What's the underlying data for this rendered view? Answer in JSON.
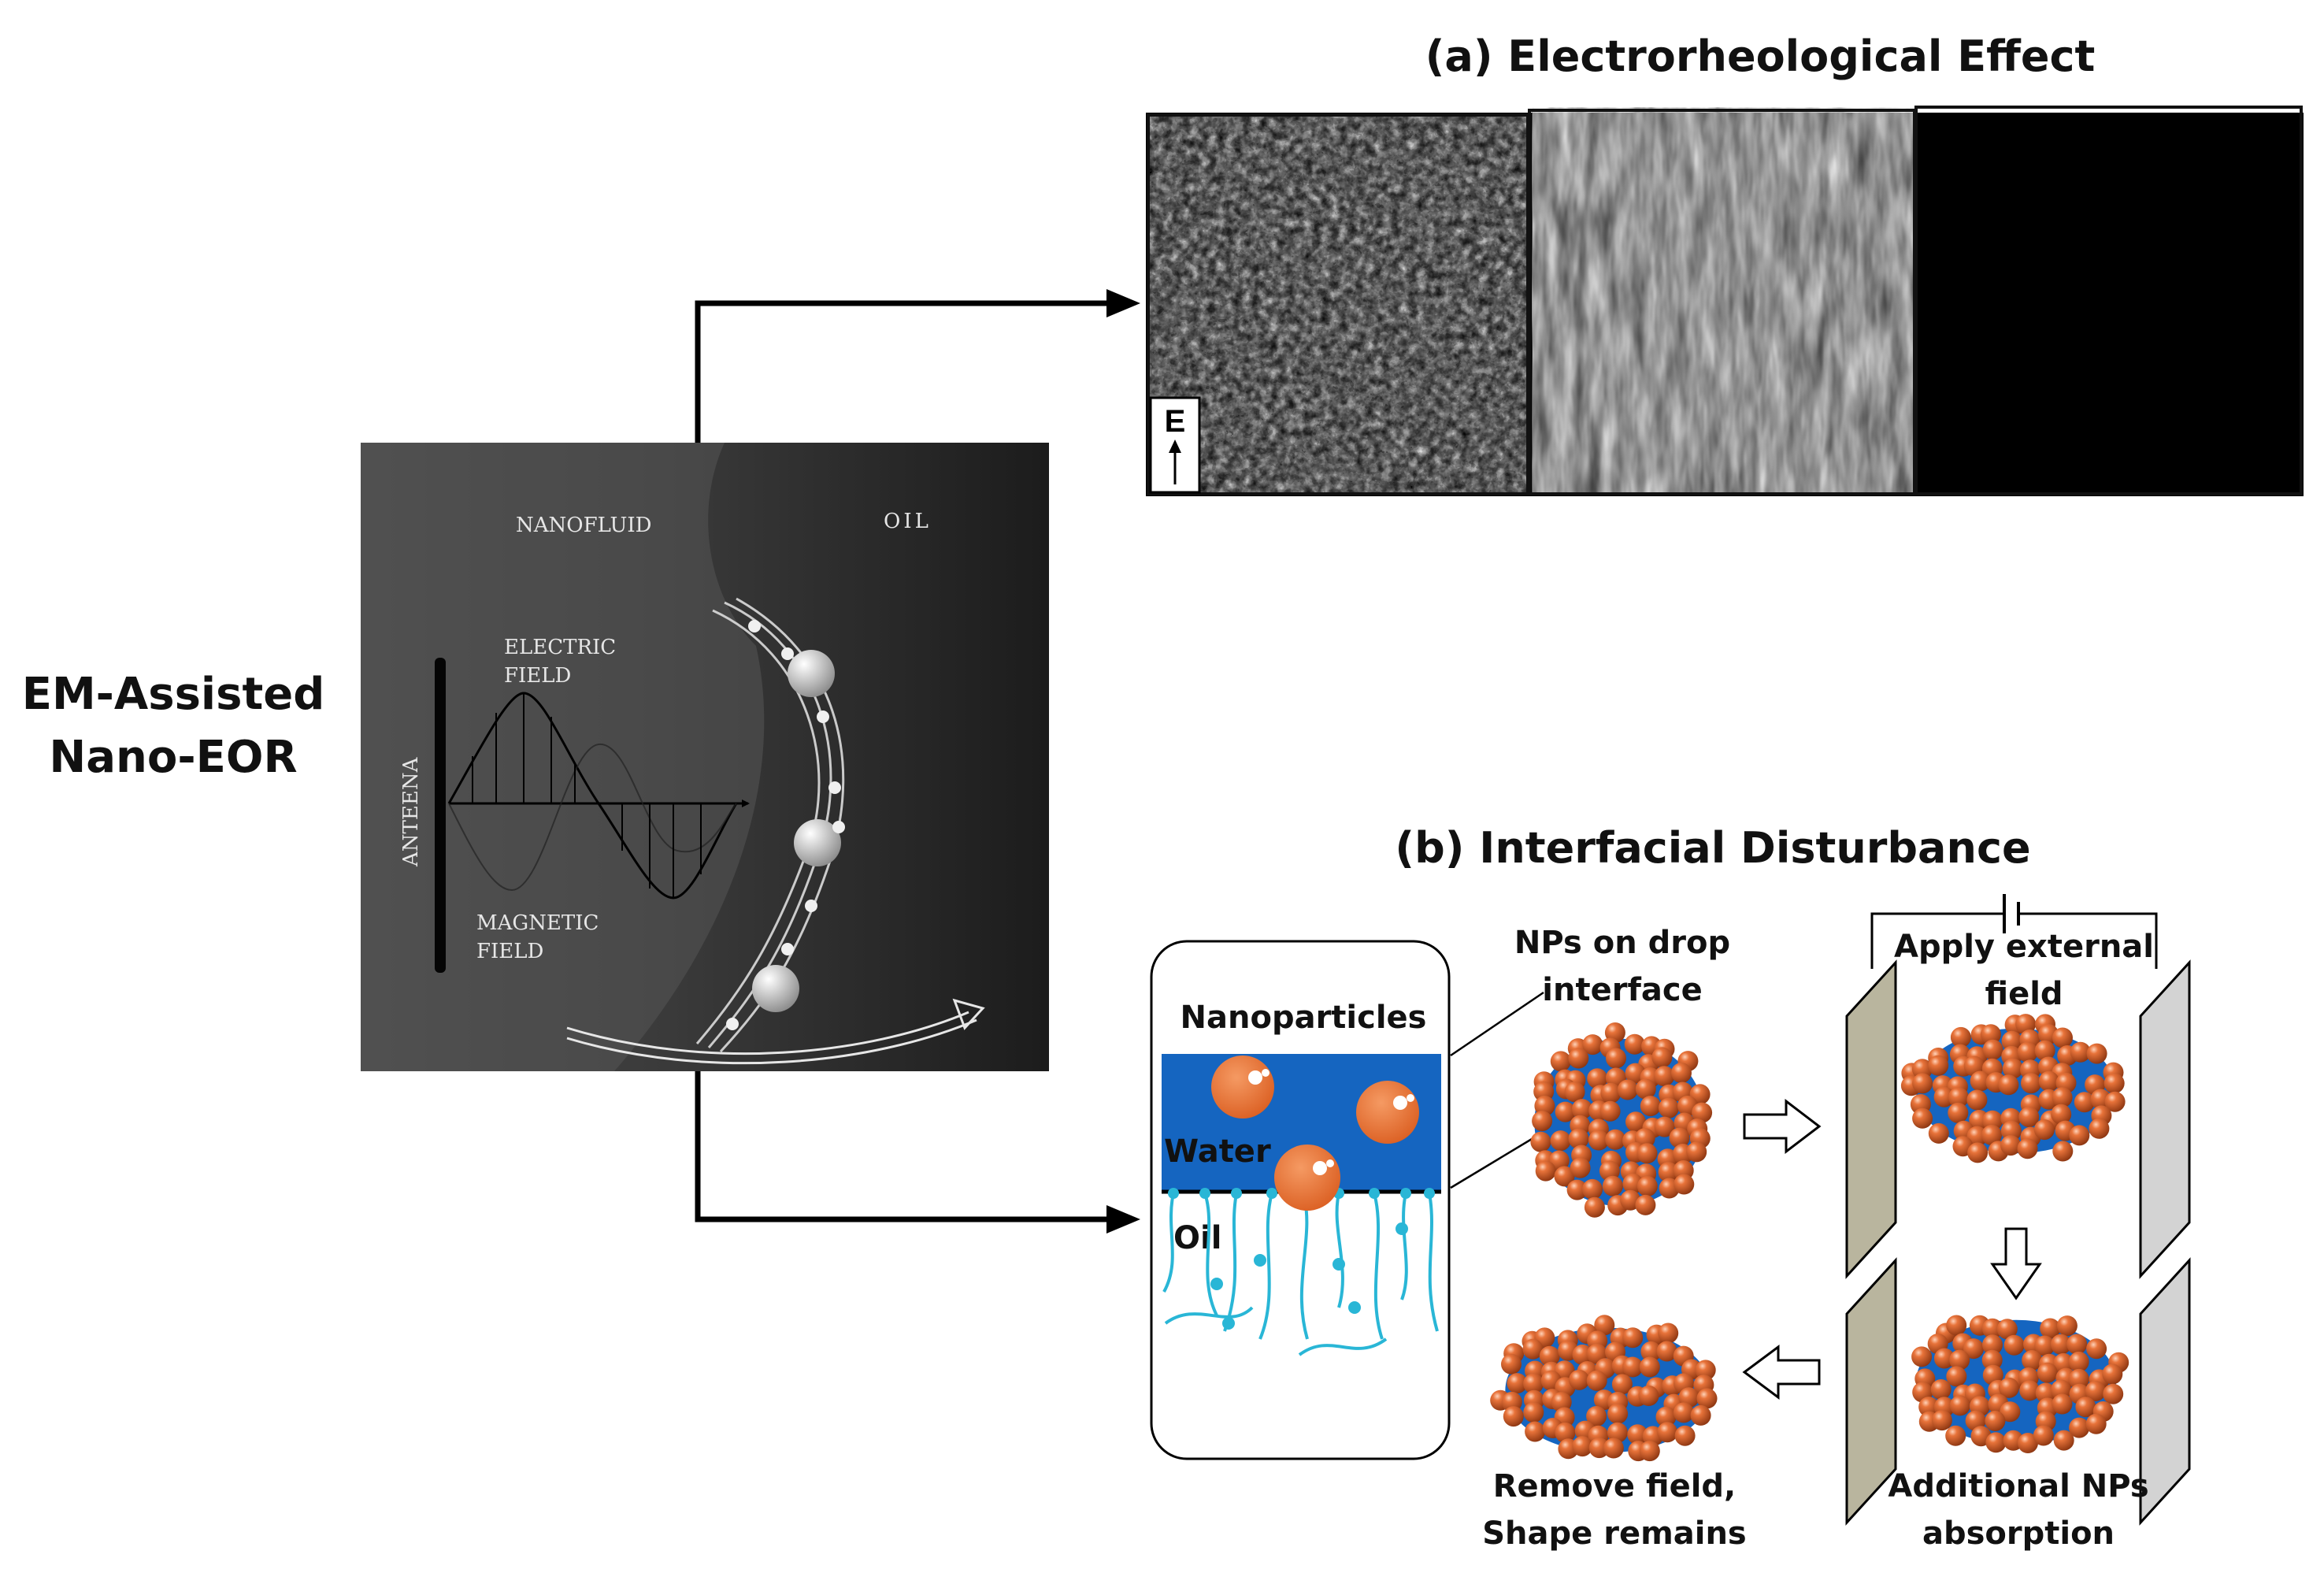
{
  "main_title": [
    "EM-Assisted",
    "Nano-EOR"
  ],
  "panel_a": {
    "title": "(a) Electrorheological Effect",
    "field_label": "E"
  },
  "center_image": {
    "nanofluid": "NANOFLUID",
    "oil": "OIL",
    "electric": [
      "ELECTRIC",
      "FIELD"
    ],
    "magnetic": [
      "MAGNETIC",
      "FIELD"
    ],
    "antenna": "ANTEENA"
  },
  "panel_b": {
    "title": "(b) Interfacial Disturbance",
    "inset": {
      "nanoparticles": "Nanoparticles",
      "water": "Water",
      "oil": "Oil"
    },
    "steps": {
      "drop": [
        "NPs on drop",
        "interface"
      ],
      "apply": [
        "Apply external",
        "field"
      ],
      "absorb": [
        "Additional NPs",
        "absorption"
      ],
      "remove": [
        "Remove field,",
        "Shape remains"
      ]
    }
  },
  "colors": {
    "water": "#1565c0",
    "nanoparticle": "#e8733a",
    "surfactant": "#29b6d6",
    "plate_left": "#b9b59e",
    "plate_right": "#d3d3d3"
  }
}
